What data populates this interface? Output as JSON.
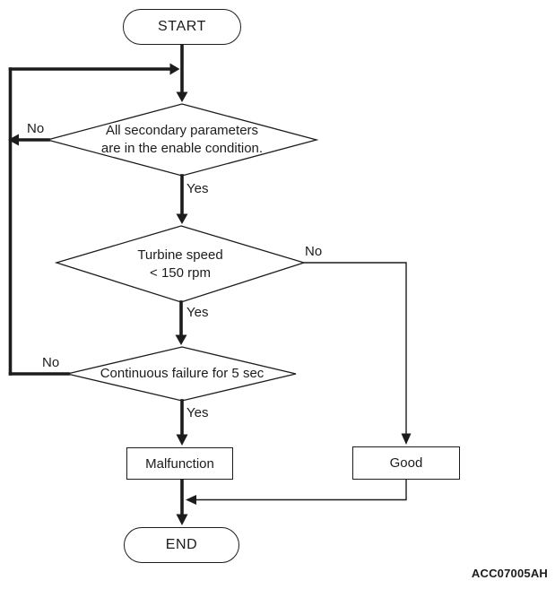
{
  "figure": {
    "code": "ACC07005AH",
    "background_color": "#ffffff",
    "line_color": "#1c1c1c"
  },
  "nodes": {
    "start": {
      "label": "START"
    },
    "check_secondary": {
      "lines": [
        "All secondary parameters",
        "are in the enable condition."
      ]
    },
    "check_turbine": {
      "lines": [
        "Turbine speed",
        "< 150 rpm"
      ]
    },
    "check_failure": {
      "lines": [
        "Continuous failure for 5 sec"
      ]
    },
    "malfunction": {
      "label": "Malfunction"
    },
    "good": {
      "label": "Good"
    },
    "end": {
      "label": "END"
    }
  },
  "edge_labels": {
    "secondary_no": "No",
    "secondary_yes": "Yes",
    "turbine_no": "No",
    "turbine_yes": "Yes",
    "failure_no": "No",
    "failure_yes": "Yes"
  }
}
